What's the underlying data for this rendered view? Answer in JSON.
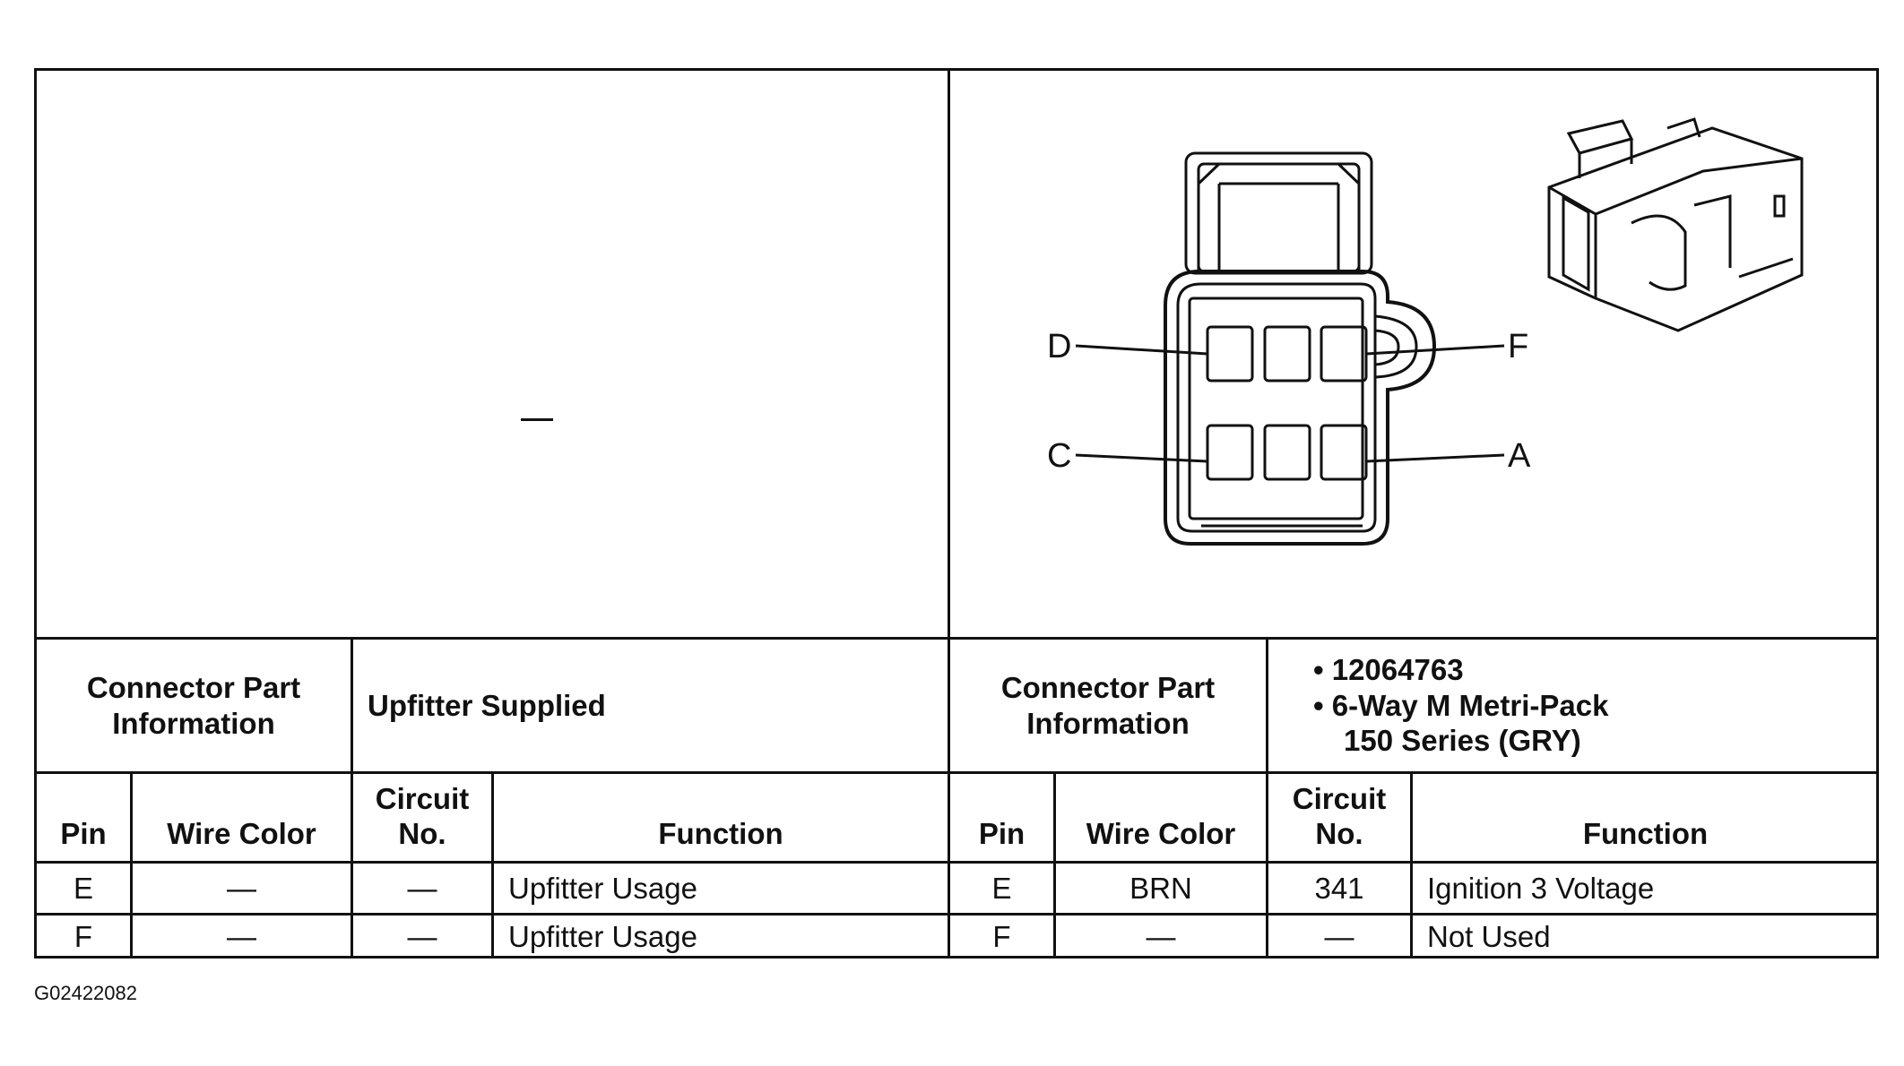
{
  "left_panel": {
    "diagram_placeholder": "—",
    "connector_label": "Connector Part Information",
    "connector_value": "Upfitter Supplied",
    "headers": {
      "pin": "Pin",
      "wire_color": "Wire Color",
      "circuit_no": "Circuit No.",
      "function": "Function"
    },
    "rows": [
      {
        "pin": "E",
        "wire_color": "—",
        "circuit_no": "—",
        "function": "Upfitter Usage"
      },
      {
        "pin": "F",
        "wire_color": "—",
        "circuit_no": "—",
        "function": "Upfitter Usage"
      }
    ]
  },
  "right_panel": {
    "connector_label": "Connector Part Information",
    "connector_value": [
      "• 12064763",
      "• 6-Way M Metri-Pack",
      "150 Series (GRY)"
    ],
    "pin_labels": {
      "d": "D",
      "f": "F",
      "c": "C",
      "a": "A"
    },
    "headers": {
      "pin": "Pin",
      "wire_color": "Wire Color",
      "circuit_no": "Circuit No.",
      "function": "Function"
    },
    "rows": [
      {
        "pin": "E",
        "wire_color": "BRN",
        "circuit_no": "341",
        "function": "Ignition 3 Voltage"
      },
      {
        "pin": "F",
        "wire_color": "—",
        "circuit_no": "—",
        "function": "Not Used"
      }
    ]
  },
  "footer_code": "G02422082"
}
